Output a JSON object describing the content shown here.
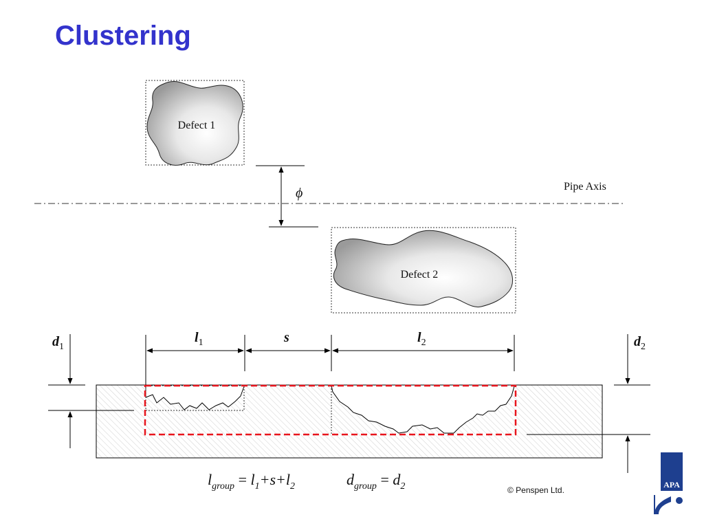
{
  "title": "Clustering",
  "diagram": {
    "defect1_label": "Defect 1",
    "defect2_label": "Defect 2",
    "pipe_axis_label": "Pipe Axis",
    "phi_symbol": "ϕ",
    "d1_base": "d",
    "d1_sub": "1",
    "d2_base": "d",
    "d2_sub": "2",
    "l1_base": "l",
    "l1_sub": "1",
    "l2_base": "l",
    "l2_sub": "2",
    "s_label": "s",
    "formula_l": {
      "lhs_base": "l",
      "lhs_sub": "group",
      "eq": " = ",
      "t1_base": "l",
      "t1_sub": "1",
      "plus1": "+s+",
      "t2_base": "l",
      "t2_sub": "2"
    },
    "formula_d": {
      "lhs_base": "d",
      "lhs_sub": "group",
      "eq": " = ",
      "rhs_base": "d",
      "rhs_sub": "2"
    }
  },
  "footer": {
    "copyright": "© Penspen Ltd.",
    "logo_text": "APA"
  },
  "colors": {
    "title": "#3333cc",
    "cluster_box": "#e8141c",
    "logo_blue": "#1e3f8f"
  }
}
